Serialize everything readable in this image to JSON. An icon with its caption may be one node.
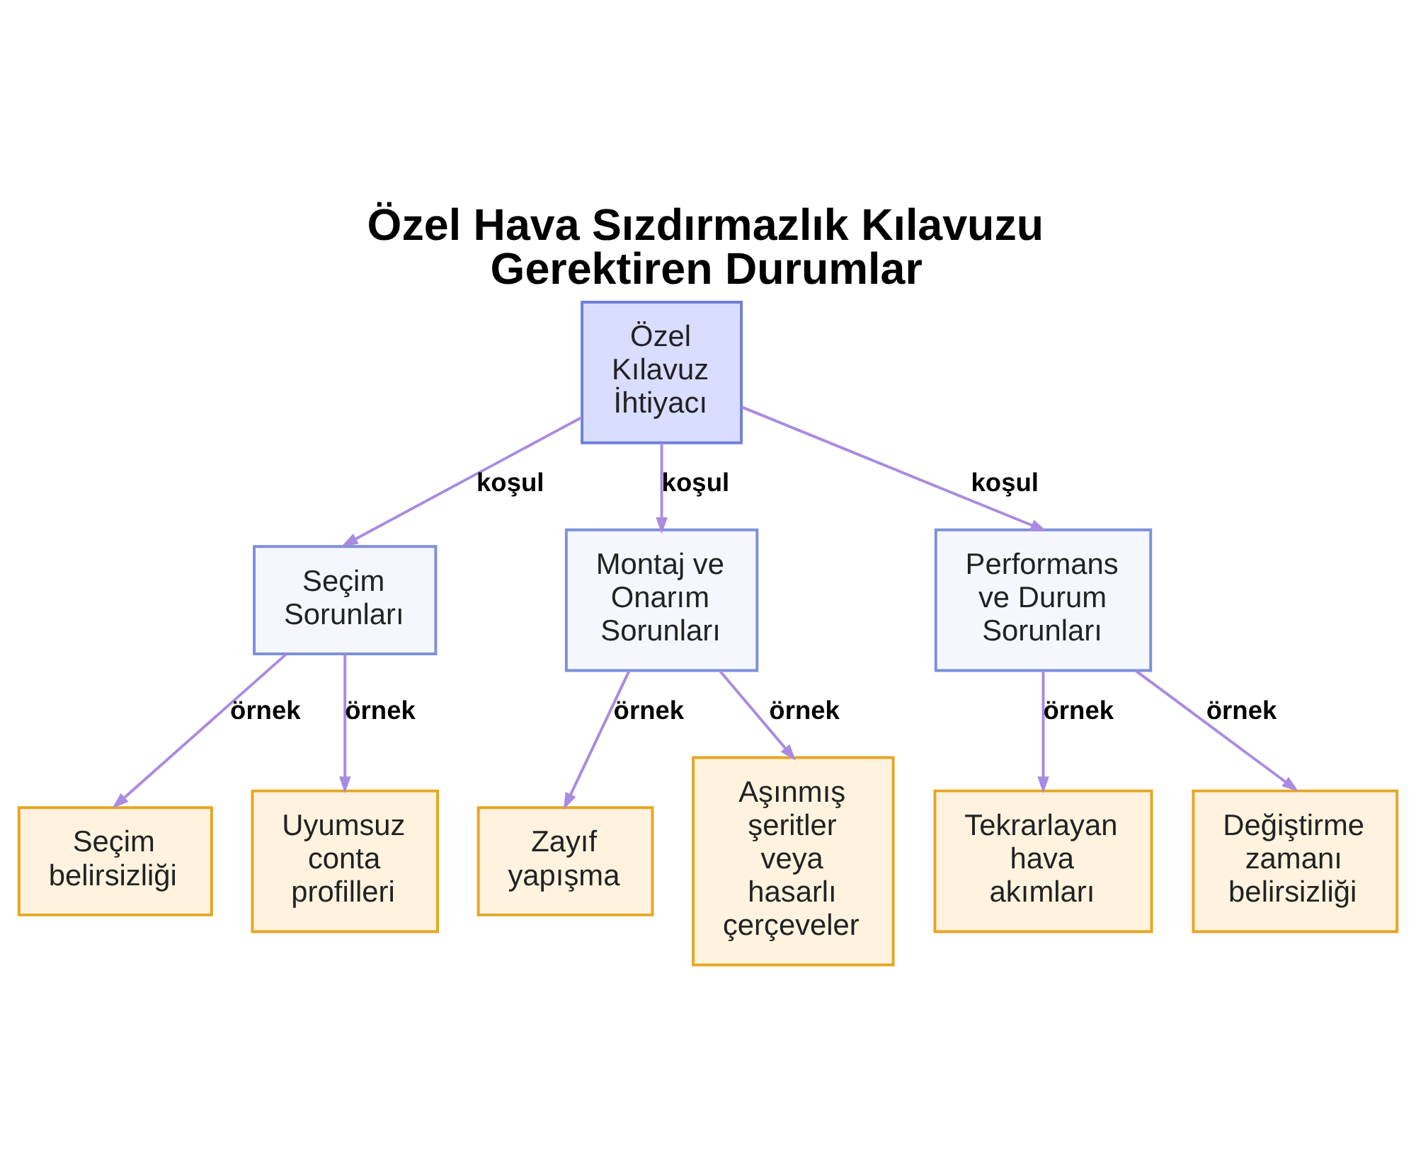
{
  "diagram": {
    "title": "Özel Hava Sızdırmazlık Kılavuzu Gerektiren Durumlar",
    "nodes": [
      {
        "text": [
          "Özel Kılavuz İhtiyacı"
        ]
      },
      {
        "text": [
          "Seçim Sorunları"
        ]
      },
      {
        "text": [
          "Montaj ve Onarım Sorunları"
        ]
      },
      {
        "text": [
          "Performans ve Durum Sorunları"
        ]
      },
      {
        "text": [
          "Seçim belirsizliği"
        ]
      },
      {
        "text": [
          "Uyumsuz conta profilleri"
        ]
      },
      {
        "text": [
          "Zayıf yapışma"
        ]
      },
      {
        "text": [
          "Aşınmış şeritler veya hasarlı çerçeveler"
        ]
      },
      {
        "text": [
          "Tekrarlayan hava akımları"
        ]
      },
      {
        "text": [
          "Değiştirme zamanı belirsizliği"
        ]
      }
    ],
    "edges": [
      {
        "from": 0,
        "to": 1,
        "arrow": "to",
        "label": "koşul"
      },
      {
        "from": 0,
        "to": 2,
        "arrow": "to",
        "label": "koşul"
      },
      {
        "from": 0,
        "to": 3,
        "arrow": "to",
        "label": "koşul"
      },
      {
        "from": 1,
        "to": 4,
        "arrow": "to",
        "label": "örnek"
      },
      {
        "from": 1,
        "to": 5,
        "arrow": "to",
        "label": "örnek"
      },
      {
        "from": 2,
        "to": 6,
        "arrow": "to",
        "label": "örnek"
      },
      {
        "from": 2,
        "to": 7,
        "arrow": "to",
        "label": "örnek"
      },
      {
        "from": 3,
        "to": 8,
        "arrow": "to",
        "label": "örnek"
      },
      {
        "from": 3,
        "to": 9,
        "arrow": "to",
        "label": "örnek"
      }
    ]
  }
}
